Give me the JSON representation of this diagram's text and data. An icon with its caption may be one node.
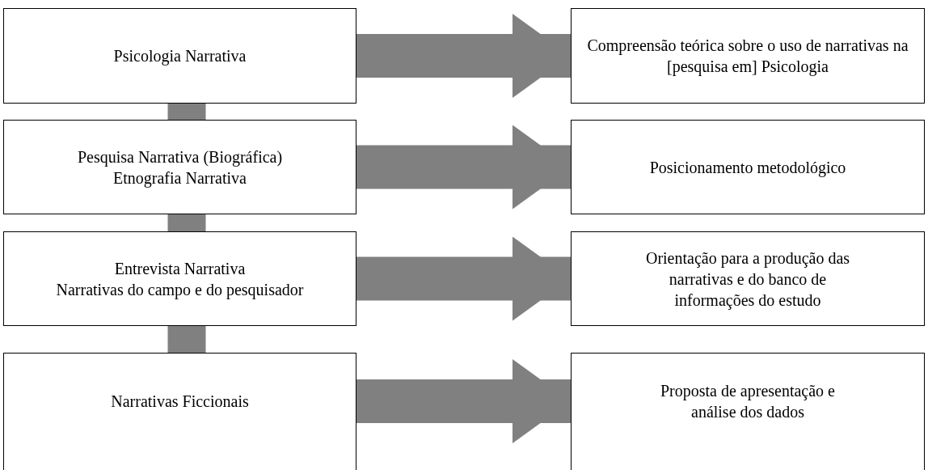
{
  "diagram": {
    "nodes": [
      {
        "text": [
          "Psicologia Narrativa"
        ]
      },
      {
        "text": [
          "Compreensão teórica sobre o uso de narrativas na [pesquisa em] Psicologia"
        ]
      },
      {
        "text": [
          "Pesquisa Narrativa (Biográfica)",
          "Etnografia Narrativa"
        ]
      },
      {
        "text": [
          "Posicionamento metodológico"
        ]
      },
      {
        "text": [
          "Entrevista Narrativa",
          "Narrativas do campo e do pesquisador"
        ]
      },
      {
        "text": [
          "Orientação para a produção das narrativas e do banco de informações do estudo"
        ]
      },
      {
        "text": [
          "Narrativas Ficcionais"
        ]
      },
      {
        "text": [
          "Proposta de apresentação e análise dos dados"
        ]
      }
    ],
    "edges": [
      {
        "from": 0,
        "to": 1,
        "arrow": "to"
      },
      {
        "from": 0,
        "to": 2,
        "arrow": "none"
      },
      {
        "from": 2,
        "to": 3,
        "arrow": "to"
      },
      {
        "from": 2,
        "to": 4,
        "arrow": "none"
      },
      {
        "from": 4,
        "to": 5,
        "arrow": "to"
      },
      {
        "from": 4,
        "to": 6,
        "arrow": "none"
      },
      {
        "from": 6,
        "to": 7,
        "arrow": "to"
      }
    ]
  }
}
